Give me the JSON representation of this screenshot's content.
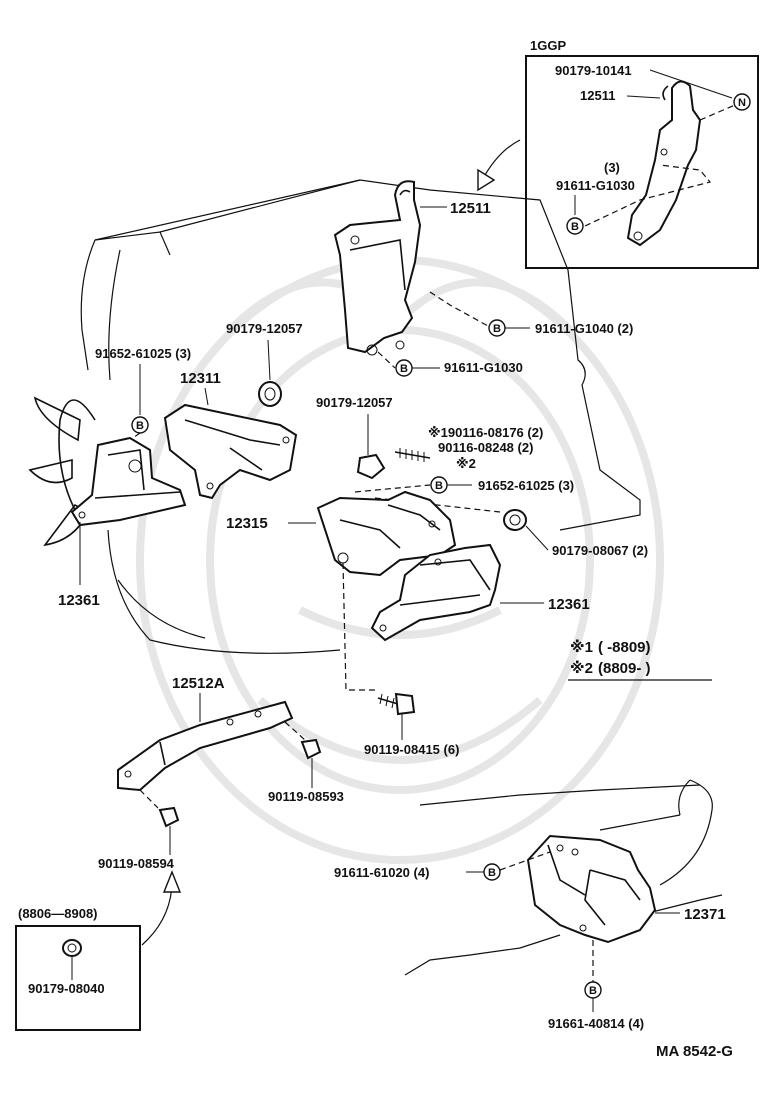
{
  "inset_1ggp": {
    "title": "1GGP",
    "bolt_label": "90179-10141",
    "bracket_label": "12511",
    "bolt_qty": "(3)",
    "bolt_label_2": "91611-G1030",
    "marker_n": "N",
    "marker_b": "B"
  },
  "upper_parts": {
    "hanger": "12511",
    "bolt_g1040": "91611-G1040 (2)",
    "bolt_g1030": "91611-G1030",
    "nut_12057_left": "90179-12057",
    "bolt_61025_left": "91652-61025 (3)",
    "bracket_12311": "12311",
    "nut_12057_mid": "90179-12057",
    "stud_08176": "※190116-08176 (2)",
    "stud_08248": "90116-08248 (2)",
    "note_2": "※2",
    "bolt_61025_right": "91652-61025 (3)",
    "bracket_12315": "12315",
    "nut_08067": "90179-08067 (2)",
    "insulator_left": "12361",
    "insulator_right": "12361"
  },
  "notes": {
    "note1_mark": "※1",
    "note1_range": "(        -8809)",
    "note2_mark": "※2",
    "note2_range": "(8809-        )"
  },
  "lower_parts": {
    "bracket_12512a": "12512A",
    "bolt_08415": "90119-08415 (6)",
    "bolt_08593": "90119-08593",
    "bolt_08594": "90119-08594",
    "date_range": "(8806—8908)",
    "nut_08040": "90179-08040",
    "bolt_61020": "91611-61020 (4)",
    "rear_mount": "12371",
    "bolt_40814": "91661-40814 (4)"
  },
  "footer": {
    "figure_code": "MA 8542-G"
  },
  "markers": {
    "b": "B"
  }
}
